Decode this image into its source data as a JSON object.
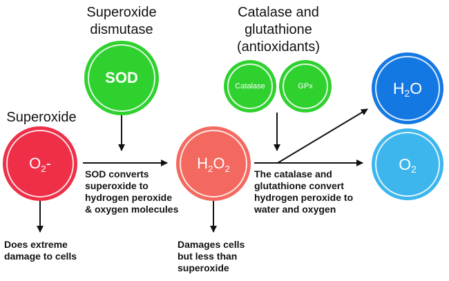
{
  "headings": {
    "sod": [
      "Superoxide",
      "dismutase"
    ],
    "antioxidants": [
      "Catalase and",
      "glutathione",
      "(antioxidants)"
    ],
    "superoxide": "Superoxide"
  },
  "nodes": {
    "sod": {
      "label": "SOD",
      "color": "#2fd12f"
    },
    "catalase": {
      "label": "Catalase",
      "color": "#2fd12f"
    },
    "gpx": {
      "label": "GPx",
      "color": "#2fd12f"
    },
    "superoxide": {
      "base": "O",
      "sub": "2",
      "tail": "-",
      "color": "#ee2f47"
    },
    "peroxide": {
      "base1": "H",
      "sub1": "2",
      "base2": "O",
      "sub2": "2",
      "color": "#f4695f"
    },
    "water": {
      "base1": "H",
      "sub1": "2",
      "base2": "O",
      "color": "#1478e3"
    },
    "oxygen": {
      "base": "O",
      "sub": "2",
      "color": "#3cb6ec"
    }
  },
  "captions": {
    "superoxide_effect": [
      "Does extreme",
      "damage to cells"
    ],
    "sod_converts": [
      "SOD converts",
      "superoxide to",
      "hydrogen peroxide",
      "& oxygen molecules"
    ],
    "peroxide_effect": [
      "Damages cells",
      "but less than",
      "superoxide"
    ],
    "catalase_converts": [
      "The catalase and",
      "glutathione convert",
      "hydrogen peroxide to",
      "water and oxygen"
    ]
  }
}
